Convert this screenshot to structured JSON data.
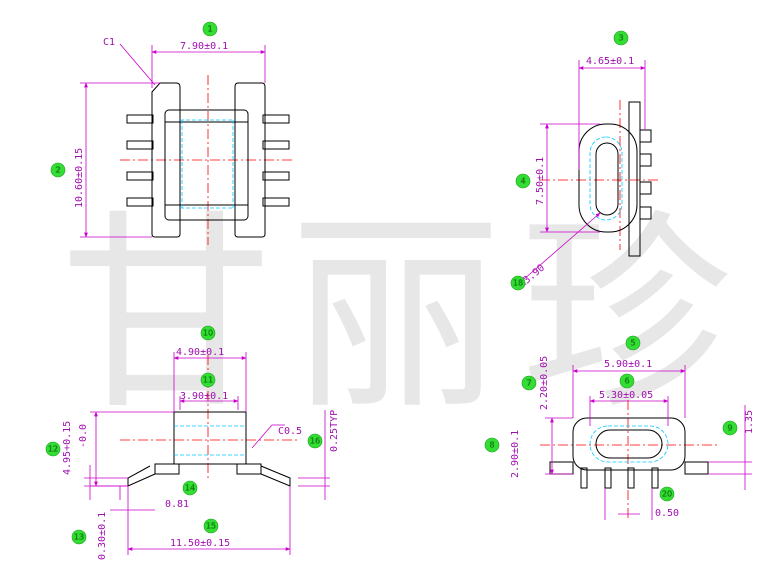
{
  "watermark": "甘丽珍",
  "colors": {
    "outline": "#000000",
    "dimension": "#cc00cc",
    "centerline": "#ff0000",
    "hidden": "#00c8ff",
    "bubble": "#33dd33"
  },
  "labels": {
    "c1": "C1",
    "w_top": "7.90±0.1",
    "h_top": "10.60±0.15",
    "w_side": "4.65±0.1",
    "h_side": "7.50±0.1",
    "r_side": "R3.90",
    "w_inner1": "4.90±0.1",
    "w_inner2": "3.90±0.1",
    "h_front": "4.95+0.15",
    "h_front_tol": "-0.0",
    "chamfer": "C0.5",
    "typ": "0.25TYP",
    "pin_w": "0.81",
    "pin_t": "0.30±0.1",
    "w_total": "11.50±0.15",
    "w_end1": "5.90±0.1",
    "w_end2": "5.30±0.05",
    "h_end1": "2.20±0.05",
    "h_end2": "2.90±0.1",
    "h_side_right": "1.35",
    "pin_pitch": "0.50"
  },
  "bubbles": [
    "1",
    "2",
    "3",
    "4",
    "5",
    "6",
    "7",
    "8",
    "9",
    "10",
    "11",
    "12",
    "13",
    "14",
    "15",
    "16",
    "18",
    "20"
  ]
}
